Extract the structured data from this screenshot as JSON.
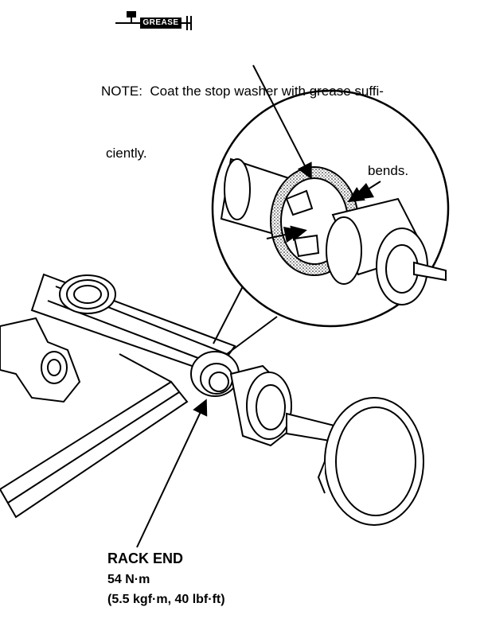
{
  "grease_symbol": {
    "label": "GREASE",
    "icon": "grease-gun-icon"
  },
  "note": {
    "line1": "NOTE:  Coat the stop washer with grease suffi-",
    "line2": "ciently."
  },
  "callout_bends": "bends.",
  "rack_end": {
    "title": "RACK END",
    "torque": "54 N·m",
    "torque_alt": "(5.5 kgf·m, 40 lbf·ft)"
  }
}
